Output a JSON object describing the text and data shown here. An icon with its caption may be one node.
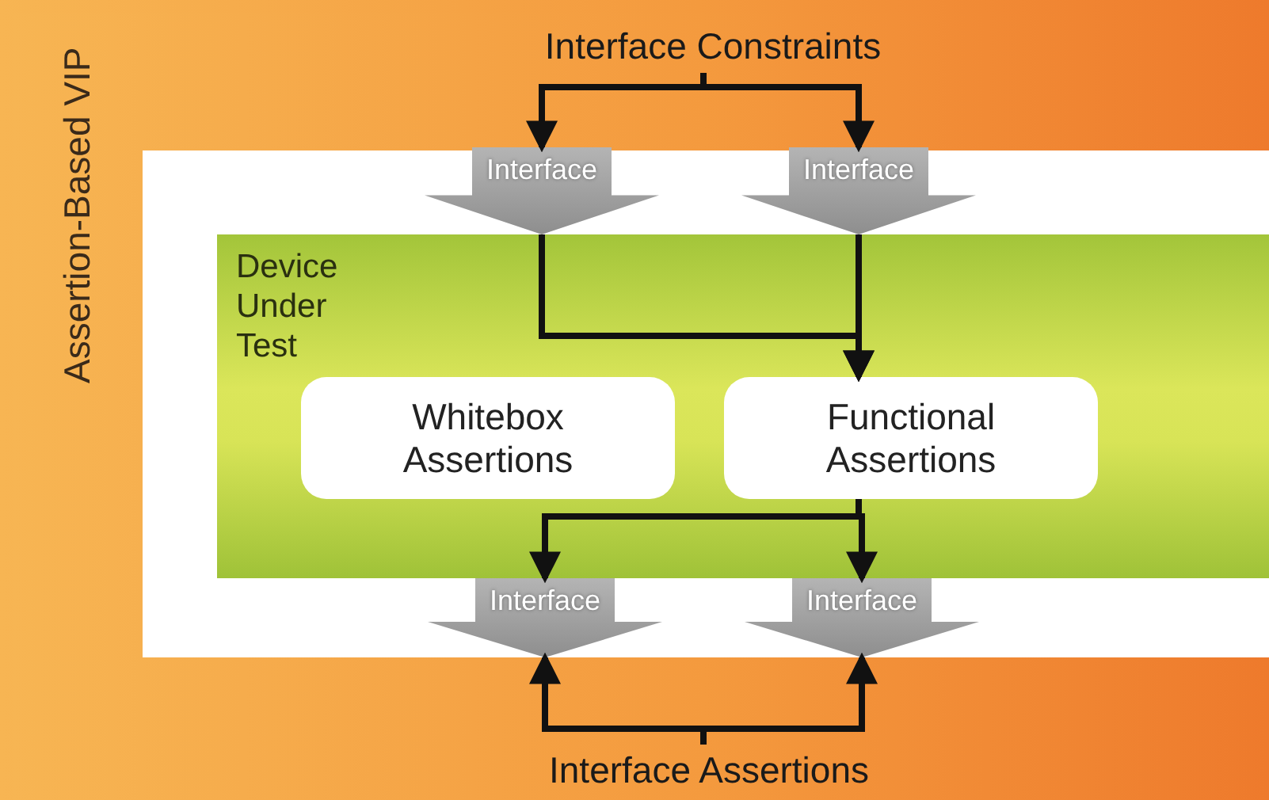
{
  "diagram": {
    "nodes": [
      {
        "text": [
          "Assertion-Based VIP"
        ]
      },
      {
        "text": [
          "Interface Constraints"
        ],
        "in": 0
      },
      {
        "text": [
          "Interface"
        ],
        "in": 0
      },
      {
        "text": [
          "Interface"
        ],
        "in": 0
      },
      {
        "text": [
          "Device Under Test"
        ],
        "in": 0
      },
      {
        "text": [
          "Whitebox Assertions"
        ],
        "in": 4
      },
      {
        "text": [
          "Functional Assertions"
        ],
        "in": 4
      },
      {
        "text": [
          "Interface"
        ],
        "in": 0
      },
      {
        "text": [
          "Interface"
        ],
        "in": 0
      },
      {
        "text": [
          "Interface Assertions"
        ],
        "in": 0
      }
    ],
    "edges": [
      {
        "from": 1,
        "to": 2,
        "arrow": "to"
      },
      {
        "from": 1,
        "to": 3,
        "arrow": "to"
      },
      {
        "from": 2,
        "to": 6,
        "arrow": "to"
      },
      {
        "from": 3,
        "to": 6,
        "arrow": "to"
      },
      {
        "from": 6,
        "to": 7,
        "arrow": "to"
      },
      {
        "from": 6,
        "to": 8,
        "arrow": "to"
      },
      {
        "from": 9,
        "to": 7,
        "arrow": "to"
      },
      {
        "from": 9,
        "to": 8,
        "arrow": "to"
      }
    ]
  }
}
